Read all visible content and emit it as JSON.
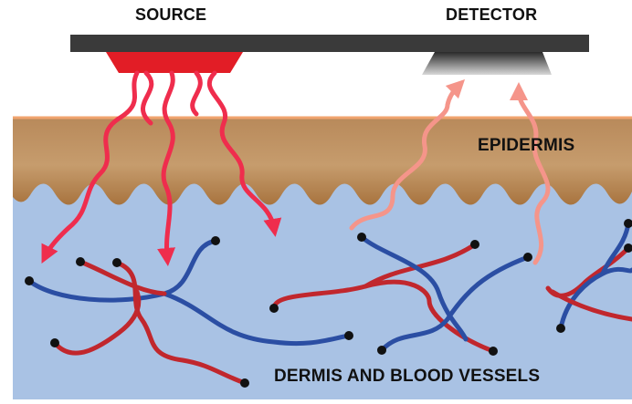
{
  "labels": {
    "source": "SOURCE",
    "detector": "DETECTOR",
    "epidermis": "EPIDERMIS",
    "dermis": "DERMIS AND BLOOD VESSELS"
  },
  "colors": {
    "background": "#ffffff",
    "sensor_bar": "#3a3a3a",
    "source_emitter": "#e21d26",
    "source_light": "#ef2d4d",
    "scattered_light": "#f5958a",
    "epidermis_skin": "#c69c6d",
    "epidermis_edge": "#f0a46f",
    "dermis": "#a9c2e4",
    "artery": "#c1272d",
    "vein": "#2b4ea3",
    "vessel_tip": "#111111"
  }
}
